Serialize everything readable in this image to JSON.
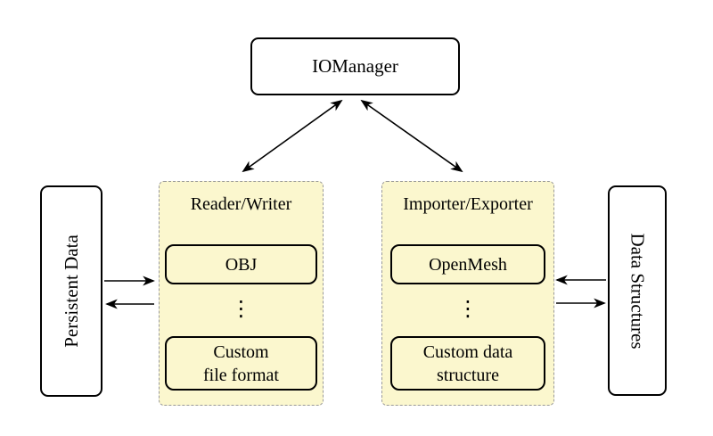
{
  "diagram": {
    "background": "#ffffff",
    "panel_fill": "#fbf7ce",
    "panel_border": "#999999",
    "line_color": "#000000",
    "nodes": {
      "iomanager": {
        "label": "IOManager"
      },
      "persistent_data": {
        "label": "Persistent Data"
      },
      "data_structures": {
        "label": "Data Structures"
      },
      "reader_writer": {
        "title": "Reader/Writer",
        "ellipsis": "⋮",
        "items": [
          {
            "label": "OBJ"
          },
          {
            "label": "Custom\nfile format"
          }
        ]
      },
      "importer_exporter": {
        "title": "Importer/Exporter",
        "ellipsis": "⋮",
        "items": [
          {
            "label": "OpenMesh"
          },
          {
            "label": "Custom data\nstructure"
          }
        ]
      }
    },
    "edges": [
      {
        "from": "iomanager",
        "to": "reader_writer",
        "direction": "both"
      },
      {
        "from": "iomanager",
        "to": "importer_exporter",
        "direction": "both"
      },
      {
        "from": "persistent_data",
        "to": "reader_writer",
        "direction": "forward"
      },
      {
        "from": "reader_writer",
        "to": "persistent_data",
        "direction": "forward"
      },
      {
        "from": "data_structures",
        "to": "importer_exporter",
        "direction": "forward"
      },
      {
        "from": "importer_exporter",
        "to": "data_structures",
        "direction": "forward"
      }
    ]
  }
}
